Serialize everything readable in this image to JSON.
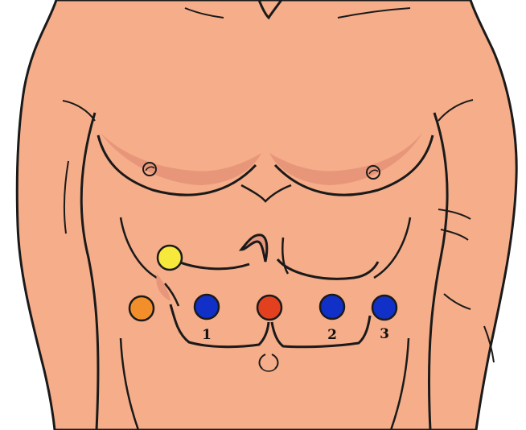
{
  "colors": {
    "skin": "#f5ad8a",
    "skin_shadow": "#e8967a",
    "outline": "#1a1a1a",
    "port_yellow": "#f7e93c",
    "port_orange": "#f28f2b",
    "port_blue": "#1130c8",
    "port_red": "#e2401f",
    "background": "#ffffff"
  },
  "ports": [
    {
      "name": "yellow-port",
      "color_key": "port_yellow",
      "label": ""
    },
    {
      "name": "orange-port",
      "color_key": "port_orange",
      "label": ""
    },
    {
      "name": "blue-port-1",
      "color_key": "port_blue",
      "label": "1"
    },
    {
      "name": "red-port",
      "color_key": "port_red",
      "label": ""
    },
    {
      "name": "blue-port-2",
      "color_key": "port_blue",
      "label": "2"
    },
    {
      "name": "blue-port-3",
      "color_key": "port_blue",
      "label": "3"
    }
  ]
}
